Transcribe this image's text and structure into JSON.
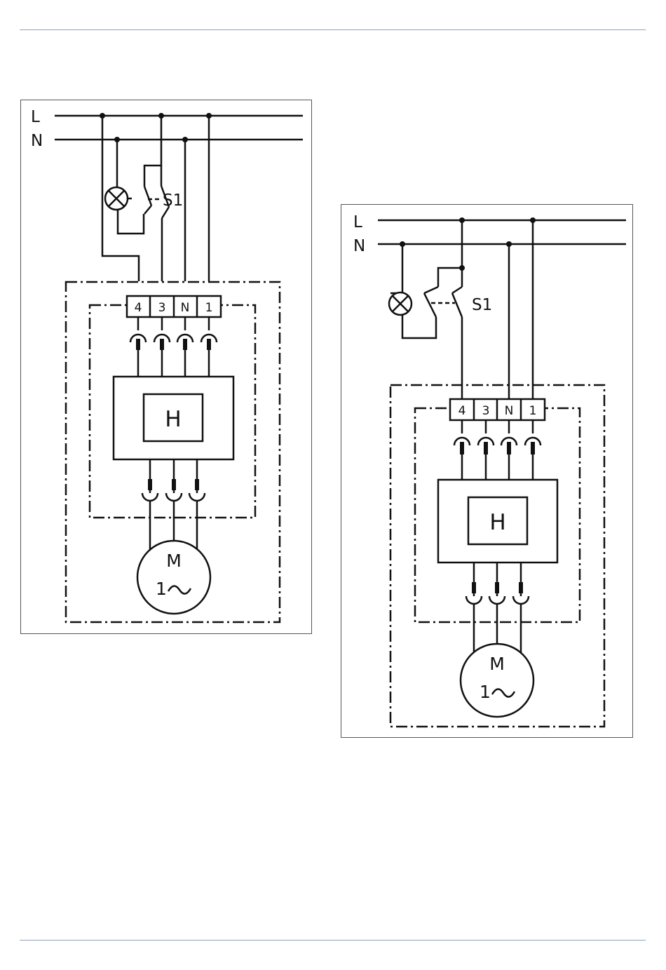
{
  "diagram_left": {
    "line_label": "L",
    "neutral_label": "N",
    "switch_label": "S1",
    "terminals": [
      "4",
      "3",
      "N",
      "1"
    ],
    "heater_label": "H",
    "motor_label": "M",
    "motor_phase": "1"
  },
  "diagram_right": {
    "line_label": "L",
    "neutral_label": "N",
    "switch_label": "S1",
    "terminals": [
      "4",
      "3",
      "N",
      "1"
    ],
    "heater_label": "H",
    "motor_label": "M",
    "motor_phase": "1"
  }
}
